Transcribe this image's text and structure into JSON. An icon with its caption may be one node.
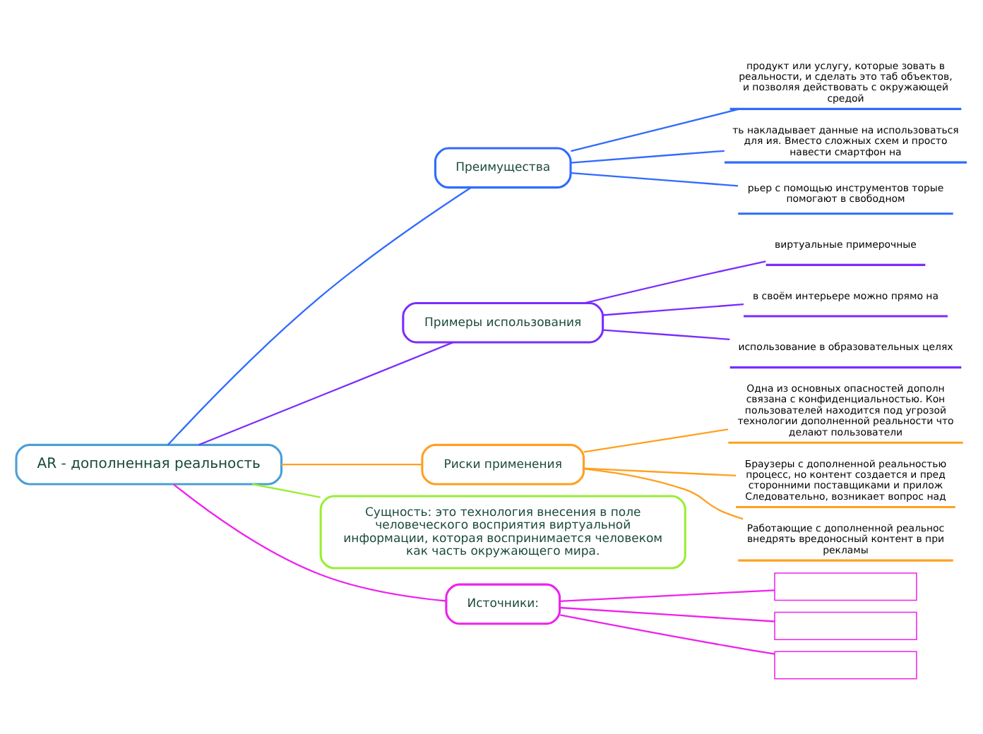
{
  "diagram": {
    "nodes": [
      {
        "text": [
          "AR - дополненная реальность"
        ]
      },
      {
        "text": [
          "Преимущества"
        ]
      },
      {
        "text": [
          "продукт или услугу, которые зовать в реальности, и сделать это таб объектов, и позволяя действовать с окружающей средой"
        ]
      },
      {
        "text": [
          "ть накладывает данные на использоваться для ия. Вместо сложных схем и просто навести смартфон на"
        ]
      },
      {
        "text": [
          "рьер с помощью инструментов торые помогают в свободном"
        ]
      },
      {
        "text": [
          "Примеры использования"
        ]
      },
      {
        "text": [
          "виртуальные примерочные"
        ]
      },
      {
        "text": [
          "в своём интерьере можно прямо на"
        ]
      },
      {
        "text": [
          "использование в образовательных целях"
        ]
      },
      {
        "text": [
          "Риски применения"
        ]
      },
      {
        "text": [
          "Одна из основных опасностей дополн связана с конфиденциальностью. Кон пользователей находится под угрозой технологии дополненной реальности что делают пользователи"
        ]
      },
      {
        "text": [
          "Браузеры с дополненной реальностью процесс, но контент создается и пред сторонними поставщиками и прилож Следовательно, возникает вопрос над"
        ]
      },
      {
        "text": [
          "Работающие с дополненной реальнос внедрять вредоносный контент в при рекламы"
        ]
      },
      {
        "text": [
          "Сущность: это технология внесения в поле человеческого восприятия виртуальной информации, которая воспринимается человеком как часть окружающего мира."
        ]
      },
      {
        "text": [
          "Источники:"
        ]
      },
      {
        "text": [],
        "shape": "box"
      },
      {
        "text": [],
        "shape": "box"
      },
      {
        "text": [],
        "shape": "box"
      }
    ],
    "edges": [
      {
        "from": 0,
        "to": 1,
        "arrow": "none",
        "color": "#2f6bff"
      },
      {
        "from": 1,
        "to": 2,
        "arrow": "none",
        "color": "#2f6bff"
      },
      {
        "from": 1,
        "to": 3,
        "arrow": "none",
        "color": "#2f6bff"
      },
      {
        "from": 1,
        "to": 4,
        "arrow": "none",
        "color": "#2f6bff"
      },
      {
        "from": 0,
        "to": 5,
        "arrow": "none",
        "color": "#7b2cff"
      },
      {
        "from": 5,
        "to": 6,
        "arrow": "none",
        "color": "#7b2cff"
      },
      {
        "from": 5,
        "to": 7,
        "arrow": "none",
        "color": "#7b2cff"
      },
      {
        "from": 5,
        "to": 8,
        "arrow": "none",
        "color": "#7b2cff"
      },
      {
        "from": 0,
        "to": 9,
        "arrow": "none",
        "color": "#ffa020"
      },
      {
        "from": 9,
        "to": 10,
        "arrow": "none",
        "color": "#ffa020"
      },
      {
        "from": 9,
        "to": 11,
        "arrow": "none",
        "color": "#ffa020"
      },
      {
        "from": 9,
        "to": 12,
        "arrow": "none",
        "color": "#ffa020"
      },
      {
        "from": 0,
        "to": 13,
        "arrow": "none",
        "color": "#99ee33"
      },
      {
        "from": 0,
        "to": 14,
        "arrow": "none",
        "color": "#ee22ee"
      },
      {
        "from": 14,
        "to": 15,
        "arrow": "none",
        "color": "#ee22ee"
      },
      {
        "from": 14,
        "to": 16,
        "arrow": "none",
        "color": "#ee22ee"
      },
      {
        "from": 14,
        "to": 17,
        "arrow": "none",
        "color": "#ee22ee"
      }
    ]
  }
}
